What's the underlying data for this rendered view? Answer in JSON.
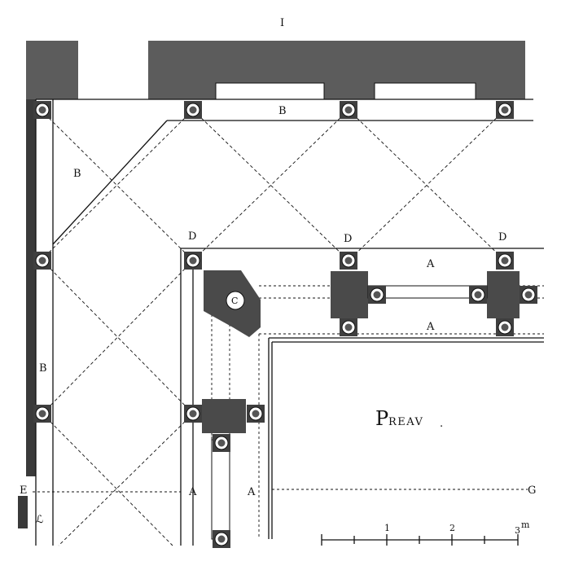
{
  "title": "I",
  "labels": {
    "b_top": "B",
    "b_left_upper": "B",
    "b_left_lower": "B",
    "d_1": "D",
    "d_2": "D",
    "d_3": "D",
    "a_right_upper": "A",
    "a_right_lower": "A",
    "a_bottom_left": "A",
    "a_bottom_right": "A",
    "c": "C",
    "e": "E",
    "g": "G",
    "preau_initial": "P",
    "preau_rest": "REAV",
    "preau_dot": ".",
    "bottom_left_mark": "ℒ"
  },
  "scale": {
    "tick_1": "1",
    "tick_2": "2",
    "tick_3": "3",
    "unit": "m"
  }
}
